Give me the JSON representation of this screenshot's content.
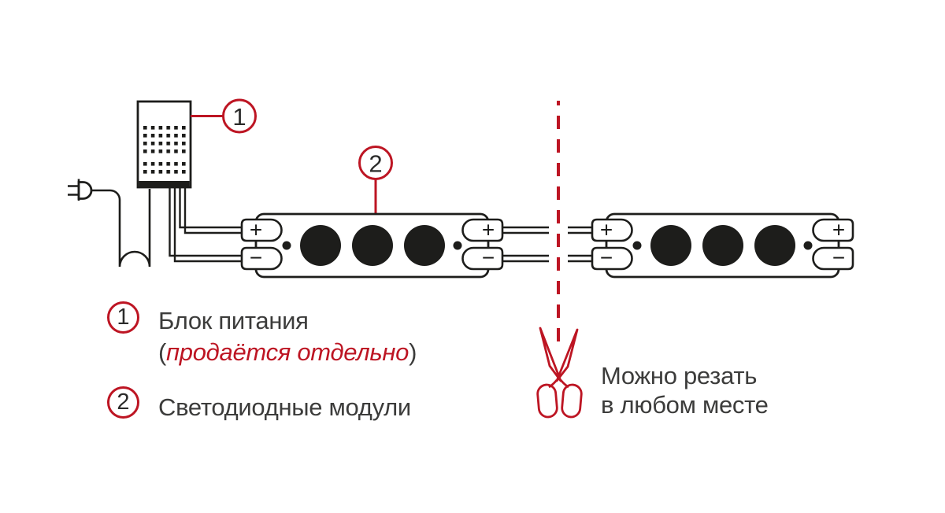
{
  "colors": {
    "ink": "#1d1d1b",
    "red": "#bd1523",
    "text_gray": "#3c3c3b",
    "background": "#ffffff"
  },
  "callouts": {
    "one": "1",
    "two": "2"
  },
  "terminals": {
    "plus": "+",
    "minus": "−"
  },
  "legend": [
    {
      "num": "1",
      "label": "Блок питания",
      "note_prefix": "(",
      "note": "продаётся отдельно",
      "note_suffix": ")"
    },
    {
      "num": "2",
      "label": "Светодиодные модули"
    }
  ],
  "cut_note": {
    "line1": "Можно резать",
    "line2": "в любом месте"
  }
}
